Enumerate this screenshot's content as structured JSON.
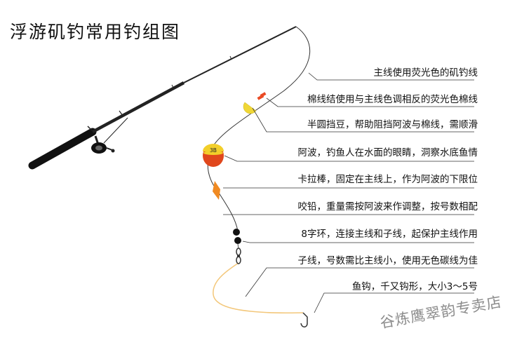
{
  "title": "浮游矶钓常用钓组图",
  "labels": [
    "主线使用荧光色的矶钓线",
    "棉线结使用与主线色调相反的荧光色棉线",
    "半圆挡豆，帮助阻挡阿波与棉线，需顺滑",
    "阿波，钓鱼人在水面的眼睛，洞察水底鱼情",
    "卡拉棒，固定在主线上，作为阿波的下限位",
    "咬铅，重量需按阿波来作调整，按号数相配",
    "8字环，连接主线和子线，起保护主线作用",
    "子线，号数需比主线小，使用无色碳线为佳",
    "鱼钩，千又钩形，大小3～5号"
  ],
  "float_number": "3B",
  "watermark": "谷炼鹰翠韵专卖店",
  "colors": {
    "float_top": "#f2cf2a",
    "float_bottom": "#e0471c",
    "bead": "#f0d736",
    "knot": "#ea4a24",
    "stopper": "#f08a22",
    "leader": "#f3c77a"
  }
}
